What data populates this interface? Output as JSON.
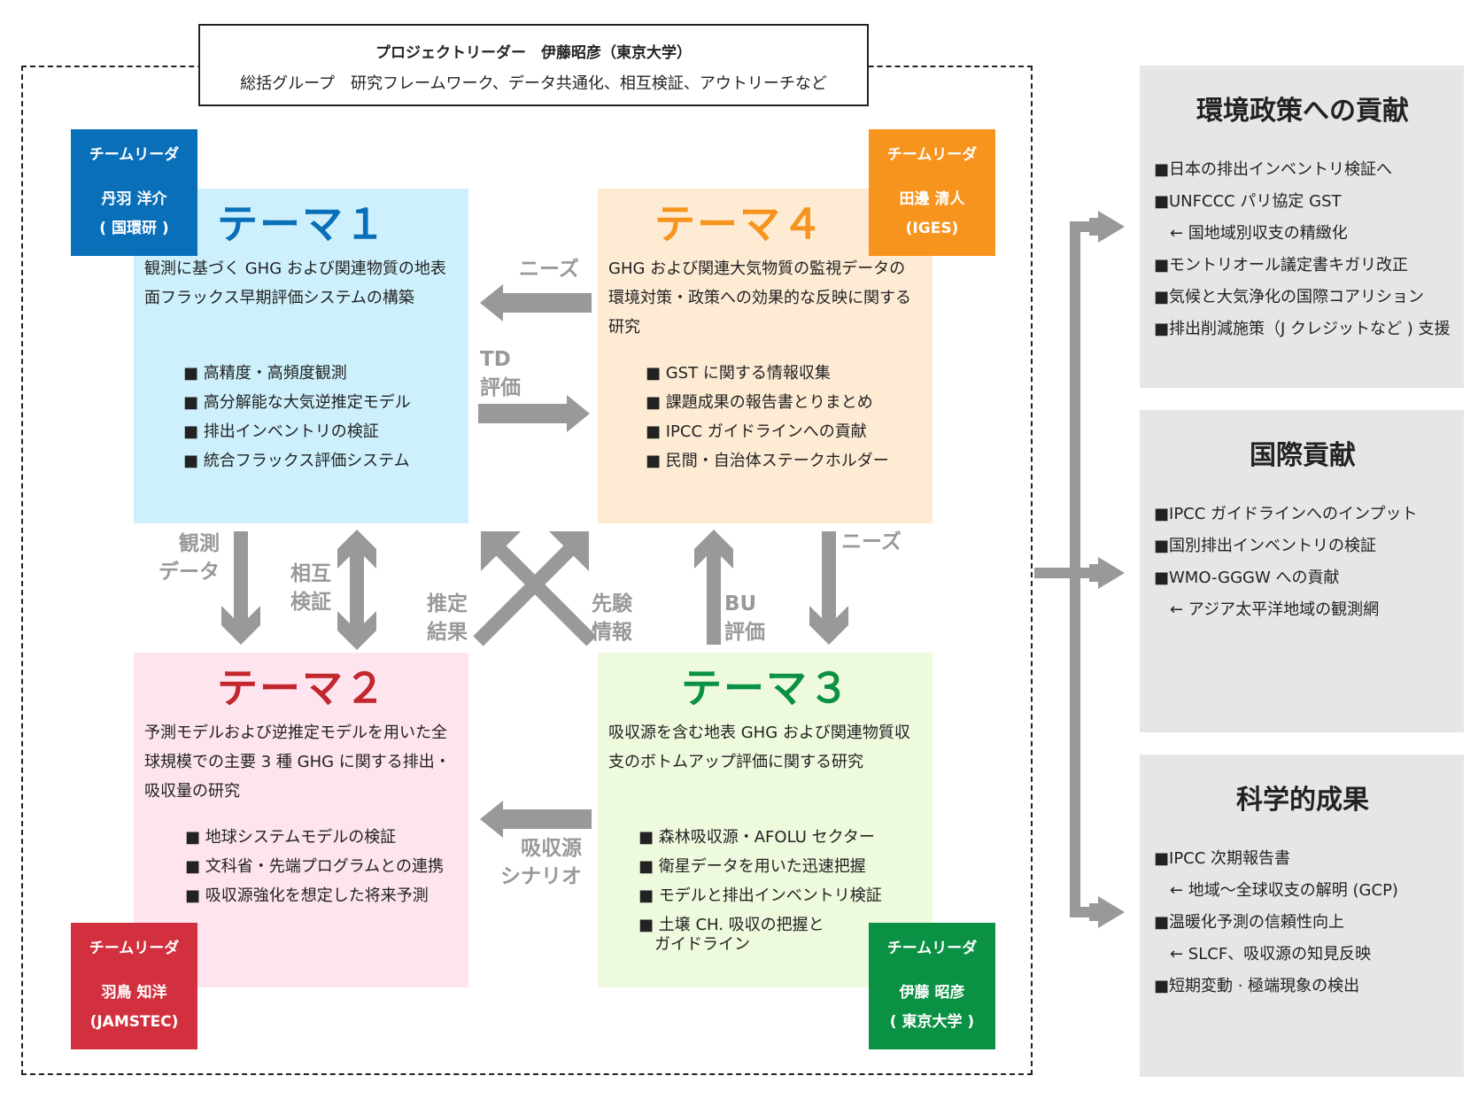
{
  "header": {
    "project_leader": "プロジェクトリーダー　伊藤昭彦（東京大学）",
    "group": "総括グループ　研究フレームワーク、データ共通化、相互検証、アウトリーチなど"
  },
  "themes": {
    "t1": {
      "title": "テーマ１",
      "color": "#0a6fb9",
      "desc": [
        "観測に基づく GHG および関連物質の地表",
        "面フラックス早期評価システムの構築"
      ],
      "items": [
        "■ 高精度・高頻度観測",
        "■ 高分解能な大気逆推定モデル",
        "■ 排出インベントリの検証",
        "■ 統合フラックス評価システム"
      ],
      "leader": {
        "label": "チームリーダ",
        "name": "丹羽 洋介",
        "org": "( 国環研 )"
      }
    },
    "t2": {
      "title": "テーマ２",
      "color": "#c1272d",
      "desc": [
        "予測モデルおよび逆推定モデルを用いた全",
        "球規模での主要 3 種 GHG に関する排出・",
        "吸収量の研究"
      ],
      "items": [
        "■ 地球システムモデルの検証",
        "■ 文科省・先端プログラムとの連携",
        "■ 吸収源強化を想定した将来予測"
      ],
      "leader": {
        "label": "チームリーダ",
        "name": "羽鳥 知洋",
        "org": "(JAMSTEC)"
      }
    },
    "t3": {
      "title": "テーマ３",
      "color": "#0b9144",
      "desc": [
        "吸収源を含む地表 GHG および関連物質収",
        "支のボトムアップ評価に関する研究"
      ],
      "items": [
        "■ 森林吸収源・AFOLU セクター",
        "■ 衛星データを用いた迅速把握",
        "■ モデルと排出インベントリ検証",
        "■ 土壌 CH. 吸収の把握と",
        "　ガイドライン"
      ],
      "leader": {
        "label": "チームリーダ",
        "name": "伊藤 昭彦",
        "org": "( 東京大学 )"
      }
    },
    "t4": {
      "title": "テーマ４",
      "color": "#f7941e",
      "desc": [
        "GHG および関連大気物質の監視データの",
        "環境対策・政策への効果的な反映に関する",
        "研究"
      ],
      "items": [
        "■ GST に関する情報収集",
        "■ 課題成果の報告書とりまとめ",
        "■ IPCC ガイドラインへの貢献",
        "■ 民間・自治体ステークホルダー"
      ],
      "leader": {
        "label": "チームリーダ",
        "name": "田邊 清人",
        "org": "(IGES)"
      }
    }
  },
  "arrows": {
    "needs_top": "ニーズ",
    "td": [
      "TD",
      "評価"
    ],
    "obs_data": [
      "観測",
      "データ"
    ],
    "mutual": [
      "相互",
      "検証"
    ],
    "estimate": [
      "推定",
      "結果"
    ],
    "prior": [
      "先験",
      "情報"
    ],
    "bu": [
      "BU",
      "評価"
    ],
    "needs_right": "ニーズ",
    "sink": [
      "吸収源",
      "シナリオ"
    ]
  },
  "outcomes": [
    {
      "title": "環境政策への貢献",
      "items": [
        "■日本の排出インベントリ検証へ",
        "■UNFCCC パリ協定 GST",
        "　← 国地域別収支の精緻化",
        "■モントリオール議定書キガリ改正",
        "■気候と大気浄化の国際コアリション",
        "■排出削減施策（J クレジットなど ) 支援"
      ]
    },
    {
      "title": "国際貢献",
      "items": [
        "■IPCC ガイドラインへのインプット",
        "■国別排出インベントリの検証",
        "■WMO-GGGW への貢献",
        "　← アジア太平洋地域の観測網"
      ]
    },
    {
      "title": "科学的成果",
      "items": [
        "■IPCC 次期報告書",
        "　← 地域〜全球収支の解明 (GCP)",
        "■温暖化予測の信頼性向上",
        "　← SLCF、吸収源の知見反映",
        "■短期変動 · 極端現象の検出"
      ]
    }
  ]
}
